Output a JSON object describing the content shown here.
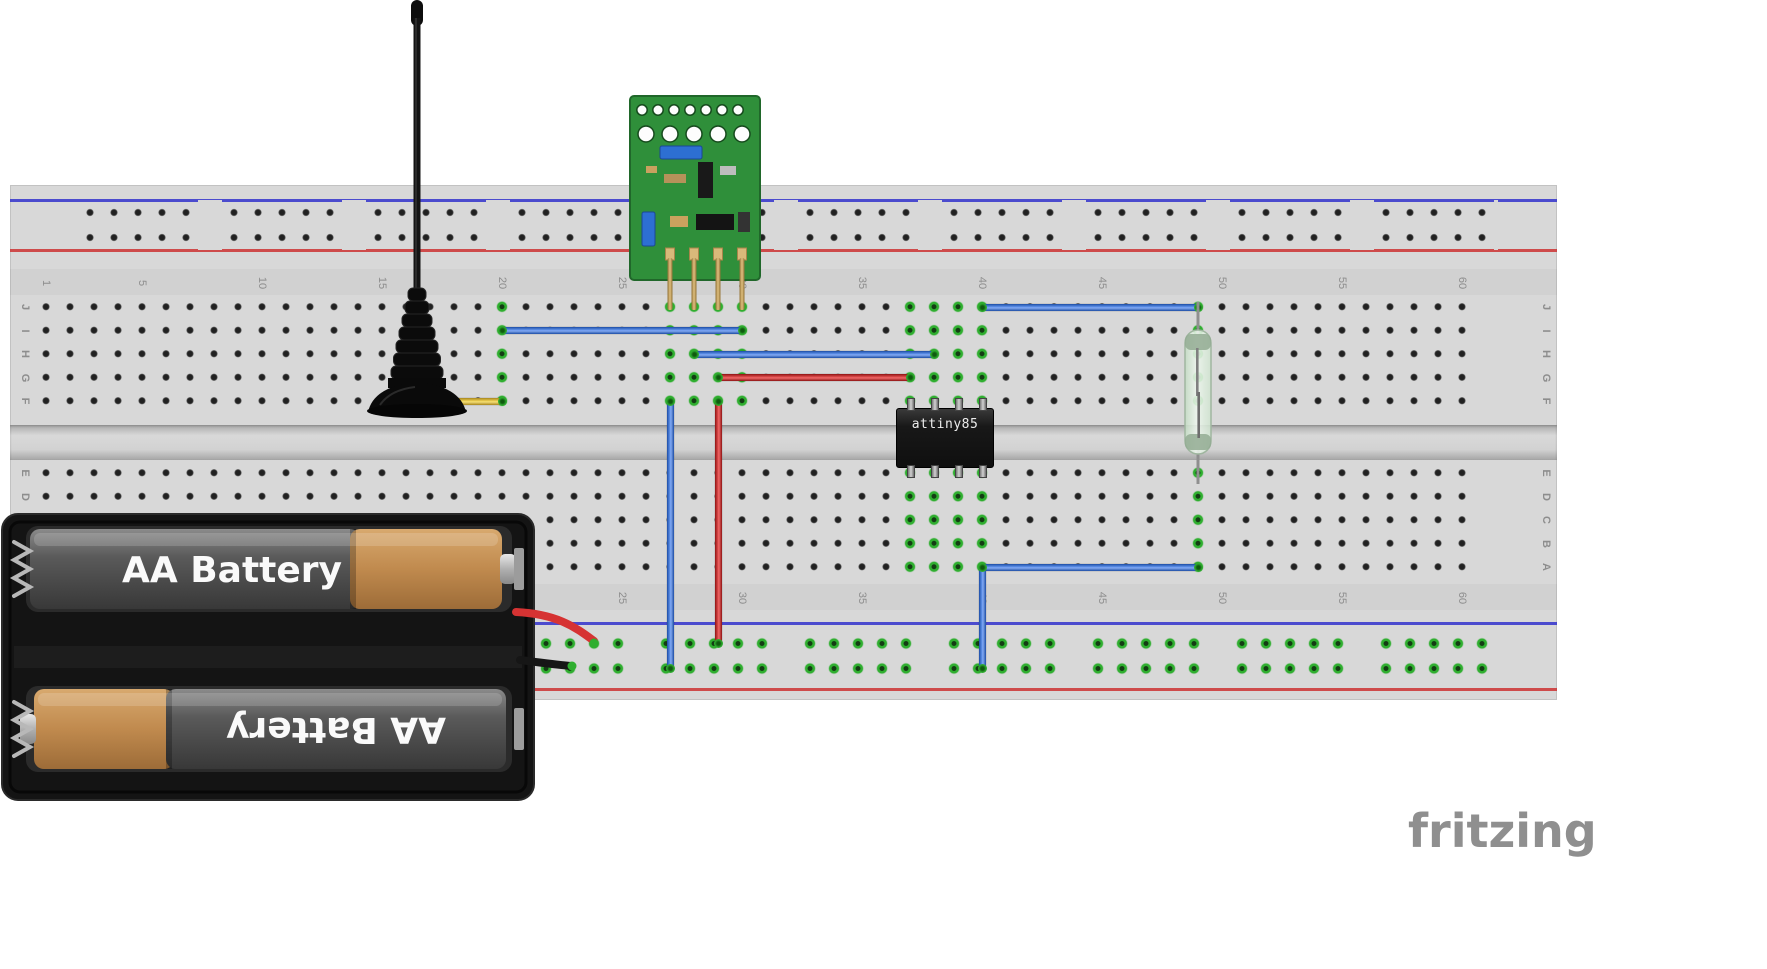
{
  "board": {
    "column_numbers": [
      "1",
      "5",
      "10",
      "15",
      "20",
      "25",
      "30",
      "35",
      "40",
      "45",
      "50",
      "55",
      "60"
    ],
    "row_letters_top": [
      "J",
      "I",
      "H",
      "G",
      "F"
    ],
    "row_letters_bottom": [
      "E",
      "D",
      "C",
      "B",
      "A"
    ],
    "colors": {
      "surface": "#d8d8d8",
      "rail_blue": "#3333cc",
      "rail_red": "#cc3333",
      "connected_green": "#2fae2f"
    }
  },
  "connections": {
    "green_strips_top": [
      20,
      27,
      28,
      29,
      30,
      37,
      38,
      39,
      40,
      49
    ],
    "green_strips_bottom": [
      37,
      38,
      39,
      40,
      49
    ],
    "bottom_rail_connected": true
  },
  "wires": [
    {
      "color": "blue",
      "points": [
        [
          "col",
          20,
          "I"
        ],
        [
          "col",
          30,
          "I"
        ]
      ]
    },
    {
      "color": "blue",
      "points": [
        [
          "col",
          28,
          "H"
        ],
        [
          "col",
          38,
          "H"
        ]
      ]
    },
    {
      "color": "red",
      "points": [
        [
          "col",
          29,
          "G"
        ],
        [
          "col",
          37,
          "G"
        ]
      ]
    },
    {
      "color": "blue",
      "points": [
        [
          "col",
          40,
          "J"
        ],
        [
          "col",
          49,
          "J"
        ]
      ]
    },
    {
      "color": "blue",
      "points": [
        [
          "col",
          27,
          "F"
        ],
        [
          "col",
          27,
          "P2"
        ]
      ]
    },
    {
      "color": "red",
      "points": [
        [
          "col",
          29,
          "F"
        ],
        [
          "col",
          29,
          "P1"
        ]
      ]
    },
    {
      "color": "blue",
      "points": [
        [
          "col",
          49,
          "A"
        ],
        [
          "col",
          40,
          "A"
        ],
        [
          "col",
          40,
          "P2"
        ]
      ]
    },
    {
      "color": "yellow",
      "points": [
        [
          "px",
          440,
          216
        ],
        [
          "col",
          20,
          "F"
        ]
      ]
    }
  ],
  "components": {
    "ic": {
      "label": "attiny85"
    },
    "battery_holder": {
      "label_top": "AA Battery",
      "label_bottom": "AA Battery"
    }
  },
  "logo": {
    "text": "fritzing"
  }
}
